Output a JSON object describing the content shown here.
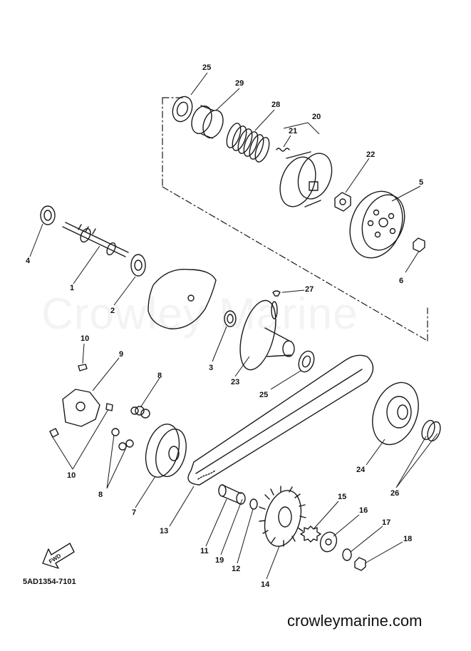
{
  "watermark": "Crowley Marine",
  "drawing_code": "5AD1354-7101",
  "site": "crowleymarine.com",
  "direction_arrow": "FWD",
  "callouts": [
    "25",
    "29",
    "28",
    "20",
    "21",
    "22",
    "5",
    "6",
    "4",
    "1",
    "2",
    "27",
    "3",
    "23",
    "25",
    "10",
    "9",
    "8",
    "8",
    "10",
    "7",
    "13",
    "11",
    "19",
    "12",
    "14",
    "15",
    "16",
    "17",
    "18",
    "24",
    "26"
  ],
  "colors": {
    "ink": "#1a1a1a",
    "background": "#ffffff"
  }
}
